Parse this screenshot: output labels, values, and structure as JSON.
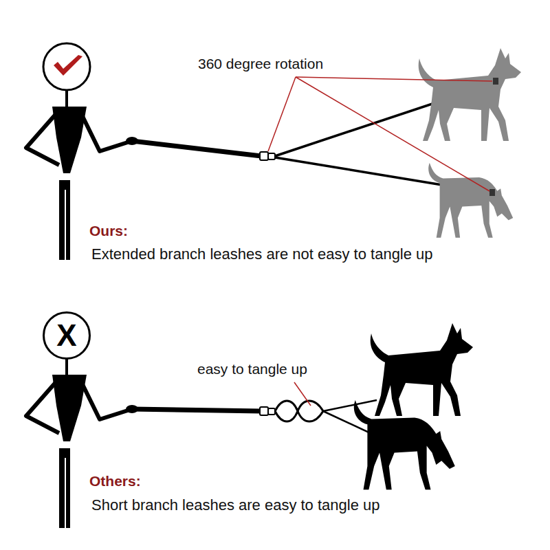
{
  "diagram": {
    "nodes": [
      {
        "text": [
          "X"
        ]
      }
    ],
    "labels": [
      "360 degree rotation",
      "Ours:",
      "Extended branch leashes are not easy to tangle up",
      "easy to tangle up",
      "Others:",
      "Short branch leashes are easy to tangle up"
    ]
  }
}
